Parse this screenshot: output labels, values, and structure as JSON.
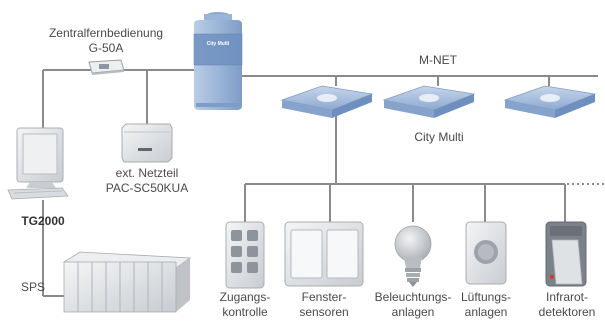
{
  "labels": {
    "central_line1": "Zentralfernbedienung",
    "central_line2": "G-50A",
    "network": "M-NET",
    "outdoor_unit_badge": "City Multi",
    "indoor_units": "City Multi",
    "power_line1": "ext. Netzteil",
    "power_line2": "PAC-SC50KUA",
    "pc": "TG2000",
    "plc": "SPS"
  },
  "devices": [
    {
      "line1": "Zugangs-",
      "line2": "kontrolle",
      "icon": "access-keypad-icon"
    },
    {
      "line1": "Fenster-",
      "line2": "sensoren",
      "icon": "window-sensor-icon"
    },
    {
      "line1": "Beleuchtungs-",
      "line2": "anlagen",
      "icon": "light-bulb-icon"
    },
    {
      "line1": "Lüftungs-",
      "line2": "anlagen",
      "icon": "ventilation-icon"
    },
    {
      "line1": "Infrarot-",
      "line2": "detektoren",
      "icon": "infrared-detector-icon"
    }
  ],
  "colors": {
    "line": "#8a8a8a",
    "unit_blue": "#9ab4d6",
    "device_grey": "#d9dce0"
  }
}
